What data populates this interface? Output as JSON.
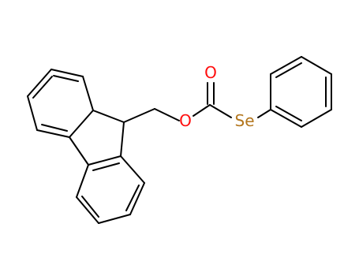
{
  "molecule": {
    "atoms": {
      "oxygen_carbonyl": {
        "symbol": "O",
        "color": "#ff0d0d"
      },
      "oxygen_ether": {
        "symbol": "O",
        "color": "#ff0d0d"
      },
      "selenium": {
        "symbol": "Se",
        "color": "#b3761d"
      }
    },
    "bond_color": "#000000"
  }
}
